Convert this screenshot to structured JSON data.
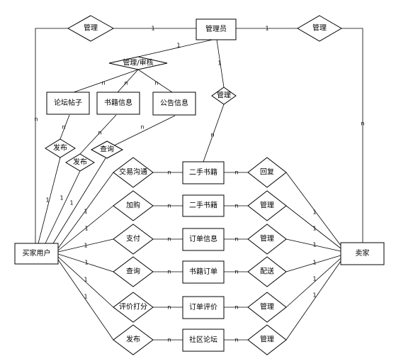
{
  "entities": {
    "admin": "管理员",
    "buyer": "买家用户",
    "seller": "卖家",
    "forum_post": "论坛帖子",
    "book_info": "书籍信息",
    "notice_info": "公告信息",
    "used_book_1": "二手书籍",
    "used_book_2": "二手书籍",
    "order_info": "订单信息",
    "book_order": "书籍订单",
    "order_review": "订单评价",
    "community_forum": "社区论坛"
  },
  "relationships": {
    "admin_buyer_manage": "管理",
    "admin_seller_manage": "管理",
    "admin_review": "管理/审核",
    "admin_book_manage": "管理",
    "post_publish": "发布",
    "book_publish": "发布",
    "notice_query": "查询",
    "buyer_chat": "交易沟通",
    "buyer_cart": "加购",
    "buyer_pay": "支付",
    "buyer_query": "查询",
    "buyer_rate": "评价打分",
    "buyer_forum_post": "发布",
    "seller_reply": "回复",
    "seller_manage_book": "管理",
    "seller_manage_order": "管理",
    "seller_ship": "配送",
    "seller_manage_review": "管理",
    "seller_manage_forum": "管理"
  },
  "cardinality": {
    "one": "1",
    "many": "n"
  }
}
